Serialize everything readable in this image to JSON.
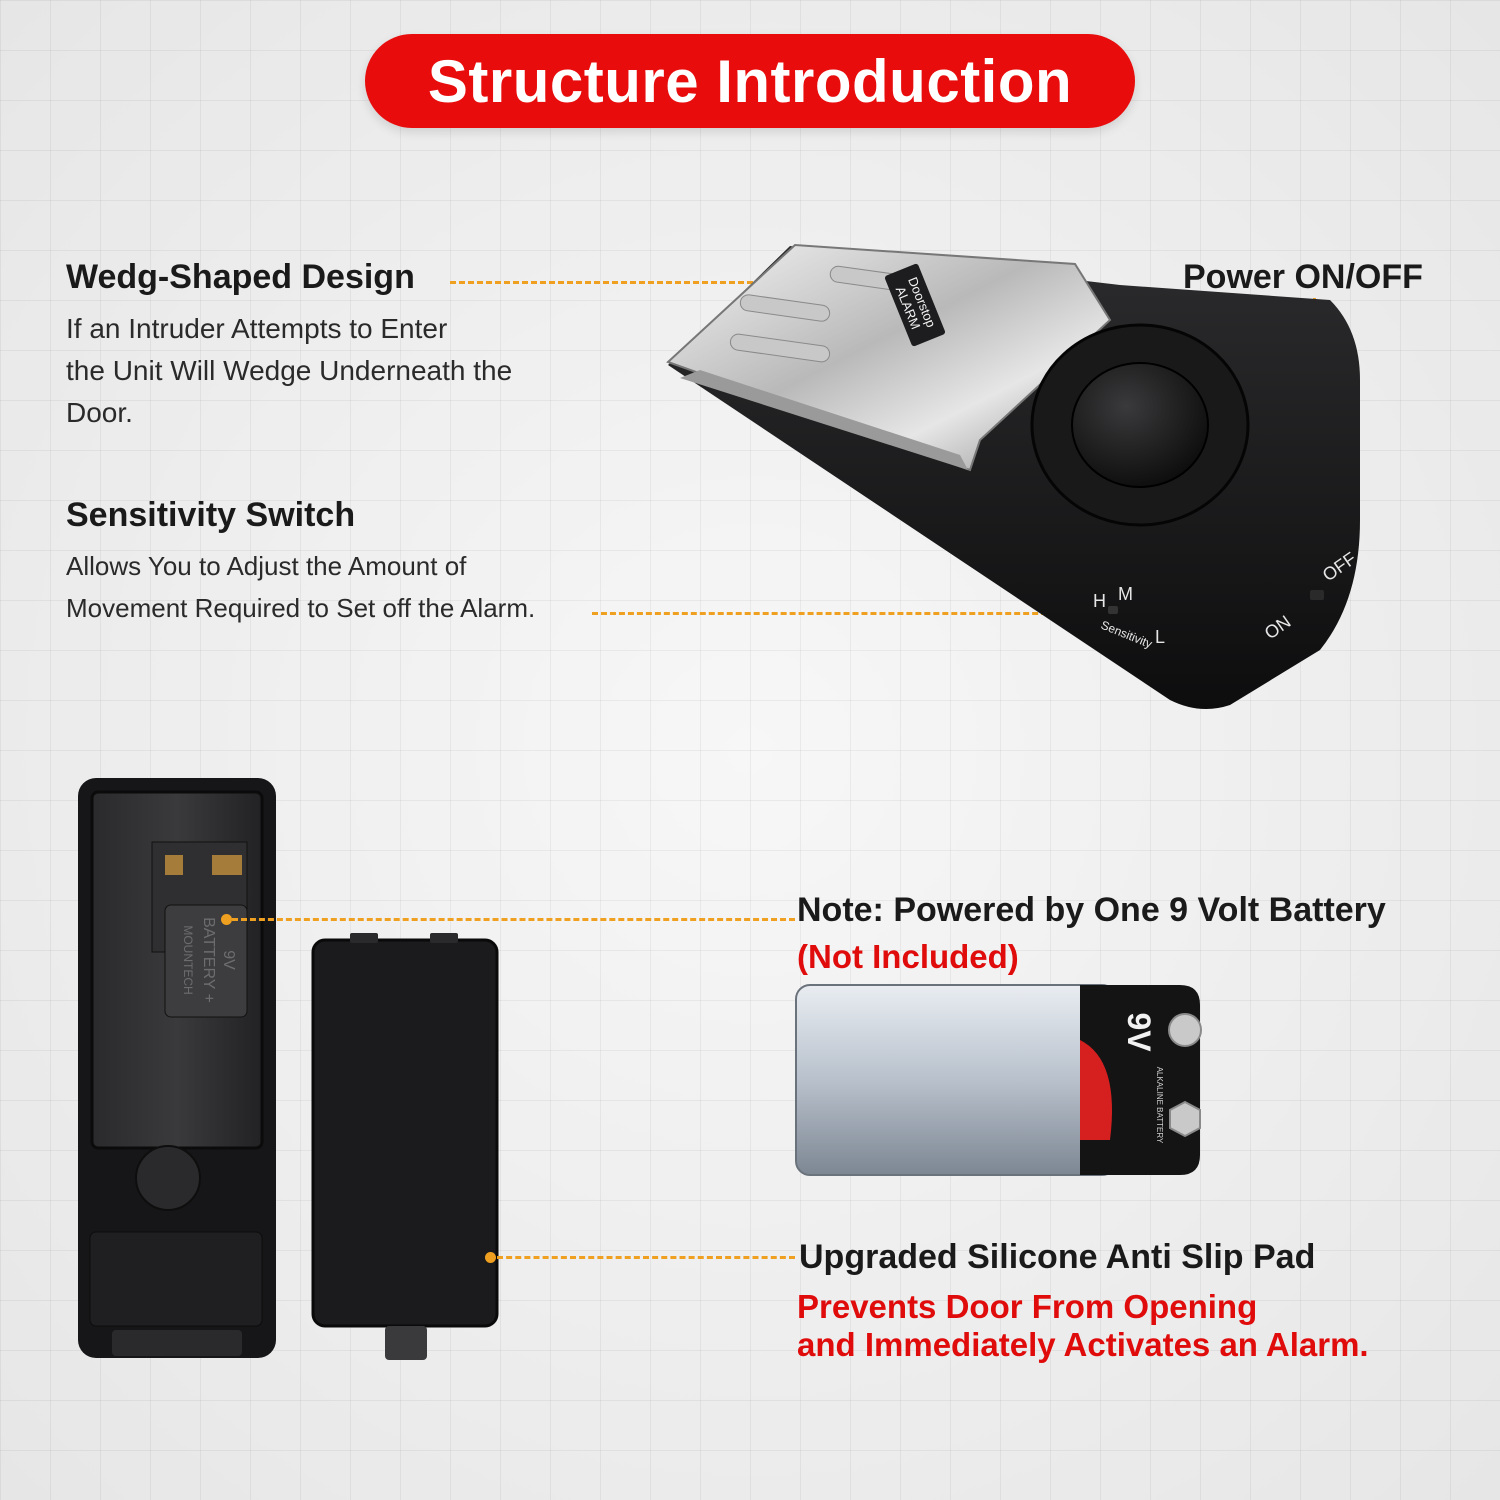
{
  "title": "Structure Introduction",
  "features": {
    "wedge": {
      "heading": "Wedg-Shaped Design",
      "lines": [
        "If an Intruder Attempts to Enter",
        "the Unit Will Wedge Underneath the",
        "Door."
      ]
    },
    "sensitivity": {
      "heading": "Sensitivity Switch",
      "lines": [
        "Allows You to Adjust the Amount of",
        "Movement Required to Set off the Alarm."
      ]
    },
    "power": {
      "heading": "Power ON/OFF"
    },
    "battery_note": {
      "heading": "Note: Powered by One 9 Volt Battery",
      "subtext": "(Not Included)"
    },
    "pad": {
      "heading": "Upgraded Silicone Anti Slip Pad",
      "lines": [
        "Prevents Door From Opening",
        "and Immediately Activates an Alarm."
      ]
    }
  },
  "device_labels": {
    "plate": [
      "Doorstop",
      "ALARM"
    ],
    "switch_high": "H",
    "switch_mid": "M",
    "switch_low": "L",
    "switch_caption": "Sensitivity",
    "power_on": "ON",
    "power_off": "OFF"
  },
  "compartment_label": [
    "9V",
    "BATTERY +",
    "MOUNTECH"
  ],
  "battery_label": {
    "big": "9V",
    "small": "ALKALINE BATTERY"
  },
  "colors": {
    "accent_red": "#e80c0c",
    "callout_orange": "#f0a020",
    "device_black": "#1c1c1e"
  }
}
